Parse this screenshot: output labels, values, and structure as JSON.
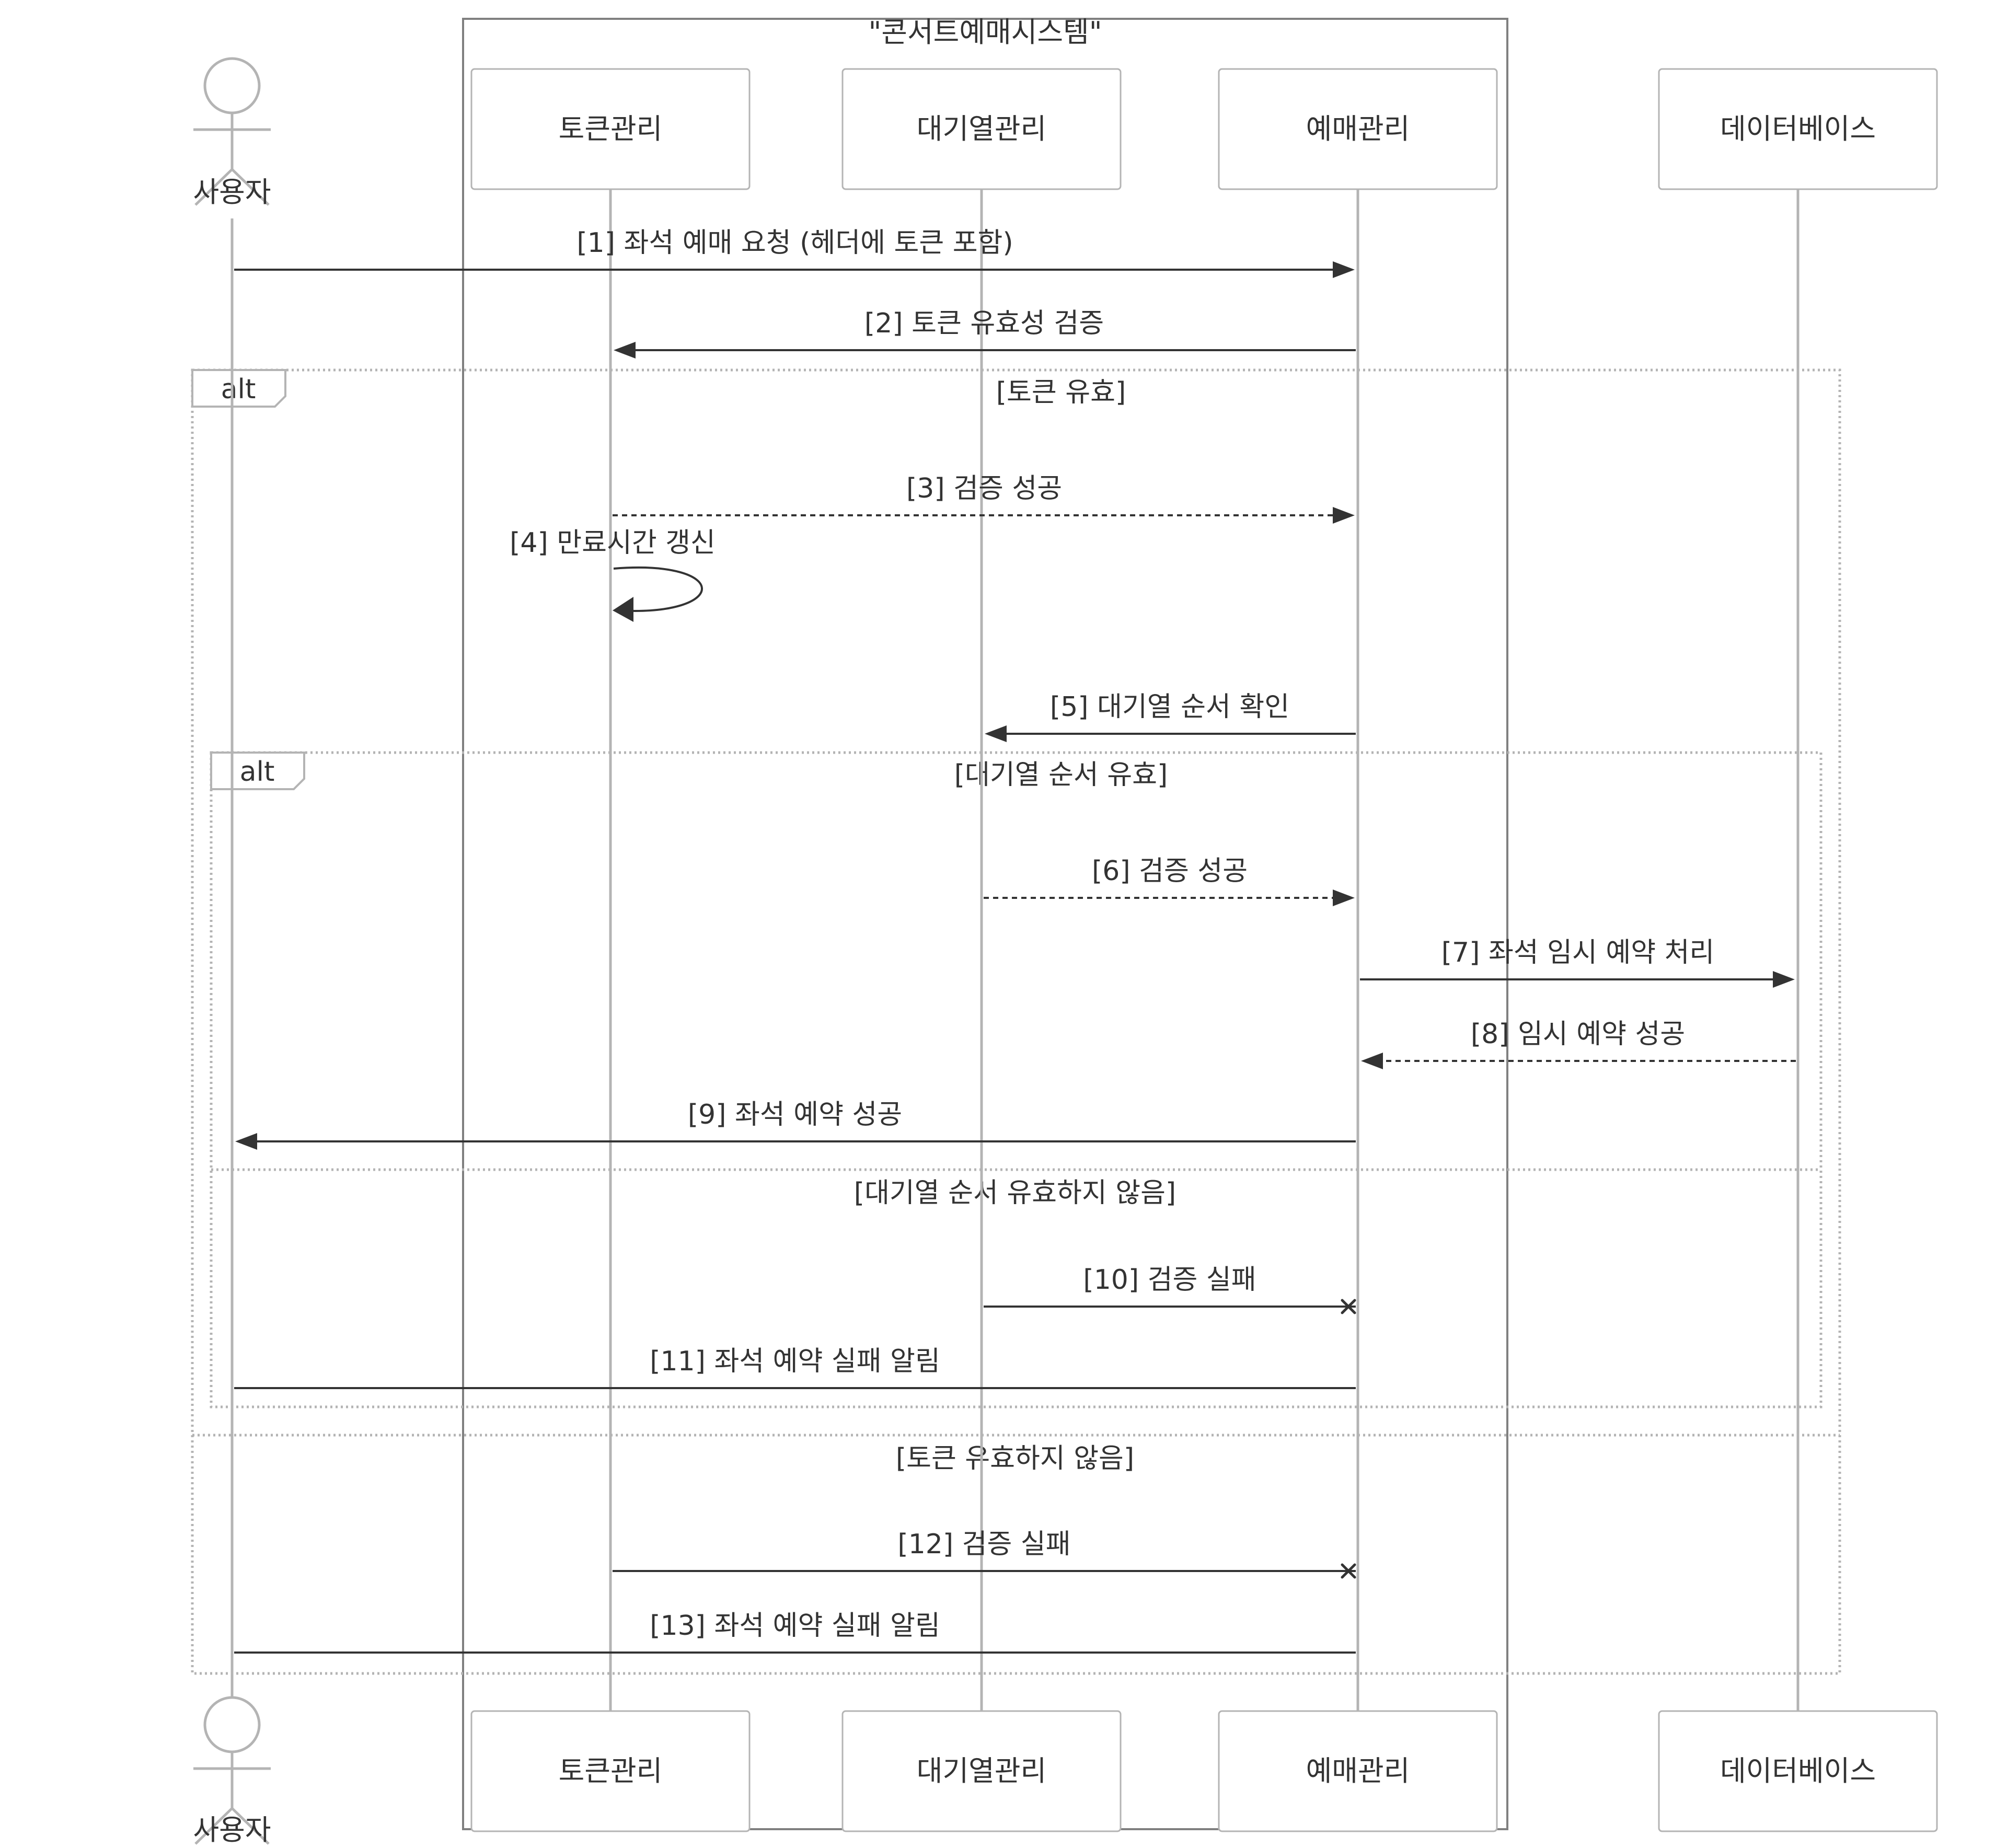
{
  "system_box": {
    "title": "\"콘서트예매시스템\""
  },
  "participants": [
    {
      "id": "user",
      "label": "사용자",
      "type": "actor"
    },
    {
      "id": "token",
      "label": "토큰관리",
      "type": "box"
    },
    {
      "id": "queue",
      "label": "대기열관리",
      "type": "box"
    },
    {
      "id": "booking",
      "label": "예매관리",
      "type": "box"
    },
    {
      "id": "db",
      "label": "데이터베이스",
      "type": "box"
    }
  ],
  "messages": [
    {
      "label": "[1] 좌석 예매 요청 (헤더에 토큰 포함)",
      "from": "user",
      "to": "booking",
      "style": "solid",
      "end": "arrow"
    },
    {
      "label": "[2] 토큰 유효성 검증",
      "from": "booking",
      "to": "token",
      "style": "solid",
      "end": "arrow"
    },
    {
      "label": "[3] 검증 성공",
      "from": "token",
      "to": "booking",
      "style": "dashed",
      "end": "arrow"
    },
    {
      "label": "[4] 만료시간 갱신",
      "from": "token",
      "to": "token",
      "style": "solid",
      "end": "arrow"
    },
    {
      "label": "[5] 대기열 순서 확인",
      "from": "booking",
      "to": "queue",
      "style": "solid",
      "end": "arrow"
    },
    {
      "label": "[6] 검증 성공",
      "from": "queue",
      "to": "booking",
      "style": "dashed",
      "end": "arrow"
    },
    {
      "label": "[7] 좌석 임시 예약 처리",
      "from": "booking",
      "to": "db",
      "style": "solid",
      "end": "arrow"
    },
    {
      "label": "[8] 임시 예약 성공",
      "from": "db",
      "to": "booking",
      "style": "dashed",
      "end": "arrow"
    },
    {
      "label": "[9] 좌석 예약 성공",
      "from": "booking",
      "to": "user",
      "style": "solid",
      "end": "arrow"
    },
    {
      "label": "[10] 검증 실패",
      "from": "queue",
      "to": "booking",
      "style": "solid",
      "end": "cross"
    },
    {
      "label": "[11] 좌석 예약 실패 알림",
      "from": "booking",
      "to": "user",
      "style": "solid",
      "end": "none"
    },
    {
      "label": "[12] 검증 실패",
      "from": "token",
      "to": "booking",
      "style": "solid",
      "end": "cross"
    },
    {
      "label": "[13] 좌석 예약 실패 알림",
      "from": "booking",
      "to": "user",
      "style": "solid",
      "end": "none"
    }
  ],
  "fragments": [
    {
      "keyword": "alt",
      "guards": [
        "[토큰 유효]",
        "[토큰 유효하지 않음]"
      ]
    },
    {
      "keyword": "alt",
      "guards": [
        "[대기열 순서 유효]",
        "[대기열 순서 유효하지 않음]"
      ]
    }
  ]
}
